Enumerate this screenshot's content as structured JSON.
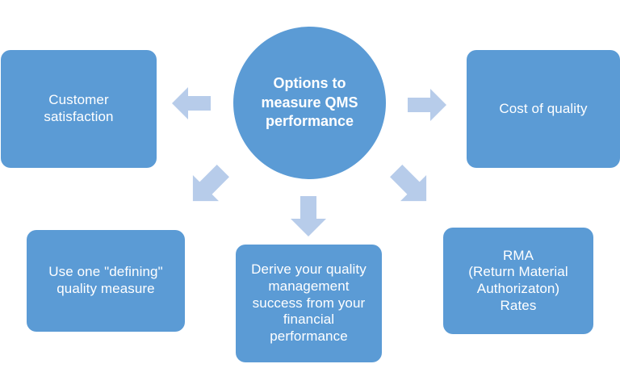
{
  "diagram": {
    "type": "hub-and-spoke",
    "background_color": "#ffffff",
    "node_color": "#5B9BD5",
    "arrow_color": "#B7CCEA",
    "text_color": "#ffffff",
    "hub": {
      "label": "Options to\nmeasure QMS\nperformance",
      "shape": "circle"
    },
    "nodes": [
      {
        "id": "customer-satisfaction",
        "label": "Customer\nsatisfaction",
        "position": "left"
      },
      {
        "id": "cost-of-quality",
        "label": "Cost of quality",
        "position": "right"
      },
      {
        "id": "defining-measure",
        "label": "Use one \"defining\"\nquality measure",
        "position": "bottom-left"
      },
      {
        "id": "financial-performance",
        "label": "Derive your quality\nmanagement\nsuccess from your\nfinancial\nperformance",
        "position": "bottom-center"
      },
      {
        "id": "rma-rates",
        "label": "RMA\n(Return Material\nAuthorizaton)\nRates",
        "position": "bottom-right"
      }
    ],
    "arrows": [
      {
        "id": "arrow-left",
        "direction": "left",
        "from": "hub",
        "to": "customer-satisfaction"
      },
      {
        "id": "arrow-right",
        "direction": "right",
        "from": "hub",
        "to": "cost-of-quality"
      },
      {
        "id": "arrow-down-left",
        "direction": "down-left",
        "from": "hub",
        "to": "defining-measure"
      },
      {
        "id": "arrow-down",
        "direction": "down",
        "from": "hub",
        "to": "financial-performance"
      },
      {
        "id": "arrow-down-right",
        "direction": "down-right",
        "from": "hub",
        "to": "rma-rates"
      }
    ]
  }
}
